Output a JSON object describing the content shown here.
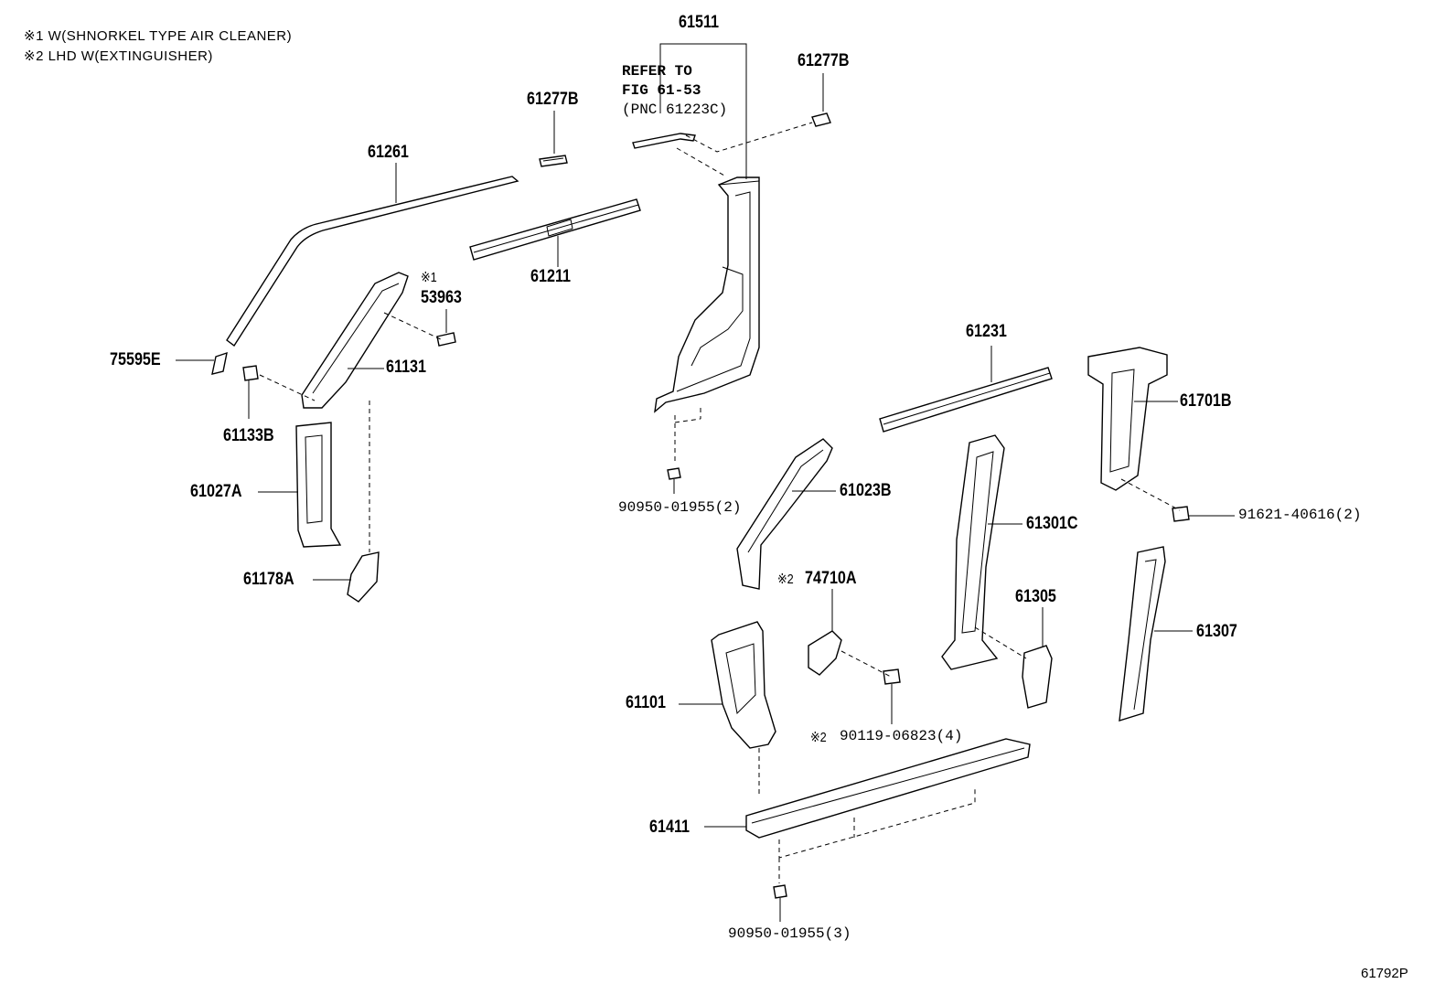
{
  "notes": [
    "※1 W(SHNORKEL TYPE AIR CLEANER)",
    "※2 LHD W(EXTINGUISHER)"
  ],
  "figure_number": "61792P",
  "reference": {
    "line1": "REFER TO",
    "line2": "FIG 61-53",
    "line3": "(PNC 61223C)"
  },
  "labels": {
    "p61511": "61511",
    "p61277B_right": "61277B",
    "p61277B_left": "61277B",
    "p61261": "61261",
    "p61211": "61211",
    "p53963_note": "※1",
    "p53963": "53963",
    "p75595E": "75595E",
    "p61131": "61131",
    "p61133B": "61133B",
    "p61027A": "61027A",
    "p61178A": "61178A",
    "p90950_upper": "90950-01955(2)",
    "p61023B": "61023B",
    "p61231": "61231",
    "p61701B": "61701B",
    "p91621": "91621-40616(2)",
    "p61301C": "61301C",
    "p74710A_note": "※2",
    "p74710A": "74710A",
    "p61305": "61305",
    "p61307": "61307",
    "p61101": "61101",
    "p90119_note": "※2",
    "p90119": "90119-06823(4)",
    "p61411": "61411",
    "p90950_lower": "90950-01955(3)"
  }
}
